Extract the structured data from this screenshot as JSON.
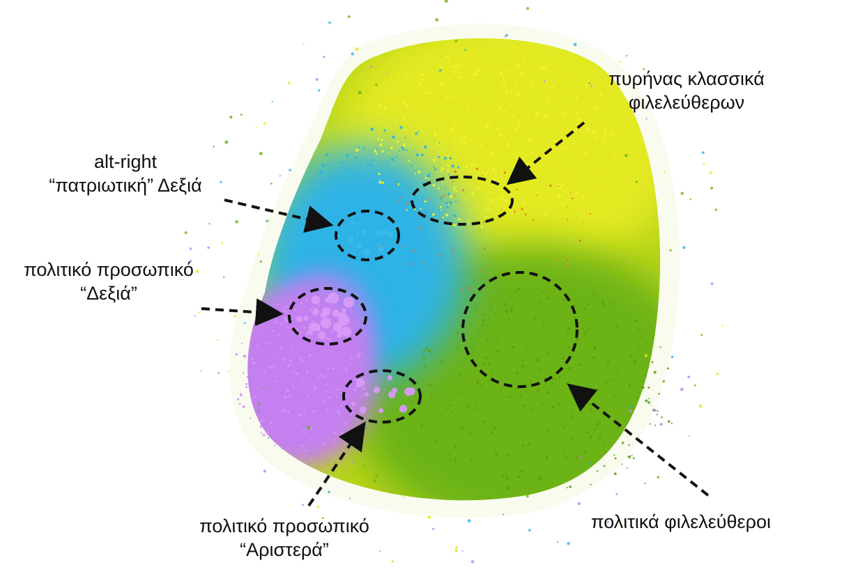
{
  "colors": {
    "yellow_cluster": "#e4ea22",
    "green_cluster": "#6cb314",
    "blue_cluster": "#2fb3e6",
    "purple_cluster": "#c47ff0",
    "accent_orange": "#e96a2e",
    "arrow": "#111111"
  },
  "annotations": {
    "classical_liberals_core": {
      "line1": "πυρήνας κλασσικά",
      "line2": "φιλελεύθερων"
    },
    "alt_right": {
      "line1": "alt-right",
      "line2": "“πατριωτική” Δεξιά"
    },
    "political_staff_right": {
      "line1": "πολιτικό προσωπικό",
      "line2": "“Δεξιά”"
    },
    "political_staff_left": {
      "line1": "πολιτικό προσωπικό",
      "line2": "“Αριστερά”"
    },
    "political_liberals": {
      "line1": "πολιτικά φιλελεύθεροι"
    }
  }
}
